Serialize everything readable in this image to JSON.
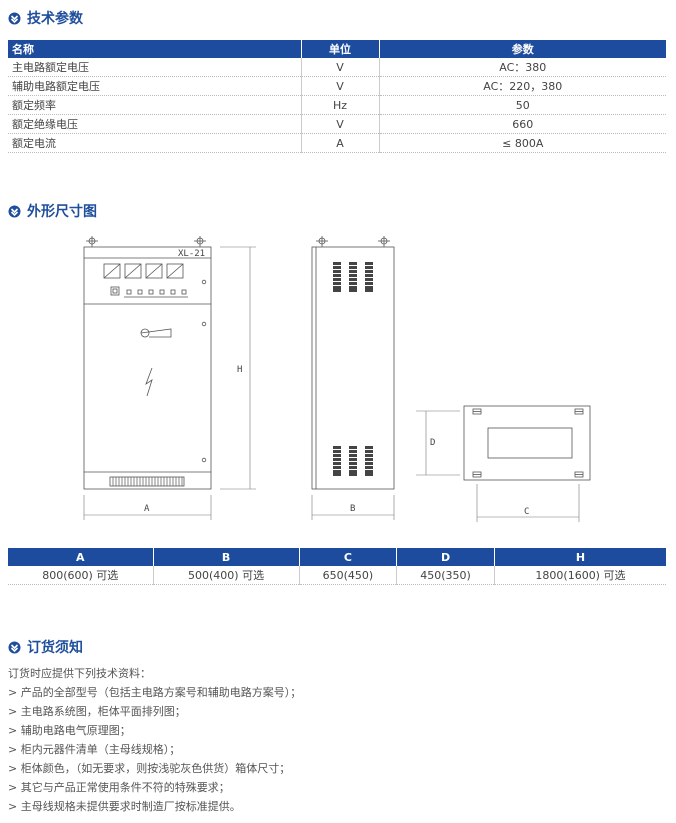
{
  "sections": {
    "spec_title": "技术参数",
    "dims_title": "外形尺寸图",
    "order_title": "订货须知"
  },
  "spec_table": {
    "headers": [
      "名称",
      "单位",
      "参数"
    ],
    "rows": [
      [
        "主电路额定电压",
        "V",
        "AC：380"
      ],
      [
        "辅助电路额定电压",
        "V",
        "AC：220，380"
      ],
      [
        "额定频率",
        "Hz",
        "50"
      ],
      [
        "额定绝缘电压",
        "V",
        "660"
      ],
      [
        "额定电流",
        "A",
        "≤ 800A"
      ]
    ]
  },
  "drawing": {
    "model_label": "XL-21",
    "dim_A": "A",
    "dim_H": "H",
    "dim_B": "B",
    "dim_C": "C",
    "dim_D": "D"
  },
  "dims_table": {
    "headers": [
      "A",
      "B",
      "C",
      "D",
      "H"
    ],
    "values": [
      "800(600) 可选",
      "500(400) 可选",
      "650(450)",
      "450(350)",
      "1800(1600) 可选"
    ]
  },
  "order_notes": {
    "intro": "订货时应提供下列技术资料：",
    "items": [
      "> 产品的全部型号（包括主电路方案号和辅助电路方案号）；",
      "> 主电路系统图，柜体平面排列图；",
      "> 辅助电路电气原理图；",
      "> 柜内元器件清单（主母线规格）；",
      "> 柜体颜色，（如无要求，则按浅驼灰色供货）箱体尺寸；",
      "> 其它与产品正常使用条件不符的特殊要求；",
      "> 主母线规格未提供要求时制造厂按标准提供。"
    ]
  },
  "colors": {
    "accent": "#1d4c9e",
    "title": "#1f4f9c"
  }
}
